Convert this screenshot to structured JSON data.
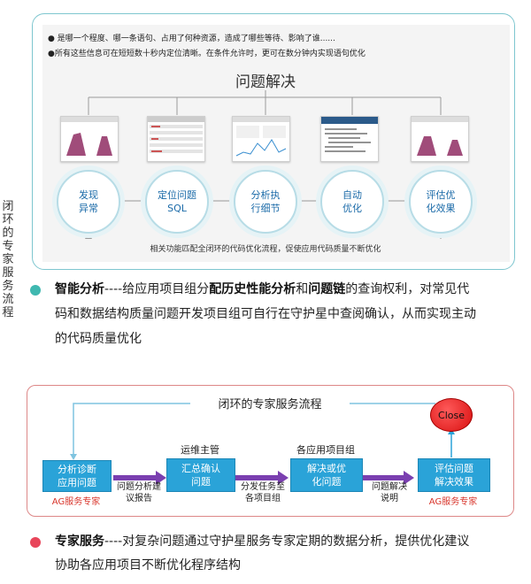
{
  "side_label": "闭环的专家服务流程",
  "top_panel": {
    "bullets": [
      "● 是哪一个程度、哪一条语句、占用了何种资源，造成了哪些等待、影响了谁......",
      "●所有这些信息可在短短数十秒内定位清晰。在条件允许时，更可在数分钟内实现语句优化"
    ],
    "title": "问题解决",
    "steps": [
      {
        "label": "发现\n异常"
      },
      {
        "label": "定位问题\nSQL"
      },
      {
        "label": "分析执\n行细节"
      },
      {
        "label": "自动\n优化"
      },
      {
        "label": "评估优\n化效果"
      }
    ],
    "loop_note": "相关功能匹配全闭环的代码优化流程，促使应用代码质量不断优化"
  },
  "paragraph1": {
    "bold1": "智能分析",
    "t1": "----给应用项目组分",
    "bold2": "配历史性能分析",
    "t2": "和",
    "bold3": "问题链",
    "t3": "的查询权利，对常见代",
    "line2": "码和数据结构质量问题开发项目组可自行在守护星中查阅确认，从而实现主动",
    "line3": "的代码质量优化",
    "dot_color": "#3fb8b0"
  },
  "flow": {
    "title": "闭环的专家服务流程",
    "close": "Close",
    "boxes": [
      "分析诊断\n应用问题",
      "汇总确认\n问题",
      "解决或优\n化问题",
      "评估问题\n解决效果"
    ],
    "top_labels": [
      "运维主管",
      "各应用项目组"
    ],
    "arrow_labels": [
      "问题分析建\n议报告",
      "分发任务至\n各项目组",
      "问题解决\n说明"
    ],
    "ag_labels": [
      "AG服务专家",
      "AG服务专家"
    ]
  },
  "paragraph2": {
    "bold1": "专家服务",
    "t1": "----对复杂问题通过守护星服务专家定期的数据分析，提供优化建议",
    "line2": "协助各应用项目不断优化程序结构",
    "dot_color": "#e8455a"
  }
}
